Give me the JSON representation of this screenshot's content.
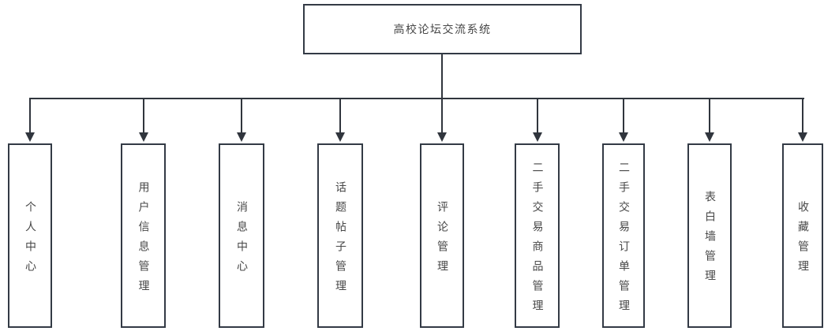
{
  "diagram": {
    "root": {
      "label": "高校论坛交流系统"
    },
    "children": [
      {
        "label": "个人中心"
      },
      {
        "label": "用户信息管理"
      },
      {
        "label": "消息中心"
      },
      {
        "label": "话题帖子管理"
      },
      {
        "label": "评论管理"
      },
      {
        "label": "二手交易商品管理"
      },
      {
        "label": "二手交易订单管理"
      },
      {
        "label": "表白墙管理"
      },
      {
        "label": "收藏管理"
      }
    ]
  },
  "colors": {
    "line": "#30353d",
    "border": "#333a45",
    "text": "#474747",
    "background": "#ffffff"
  }
}
